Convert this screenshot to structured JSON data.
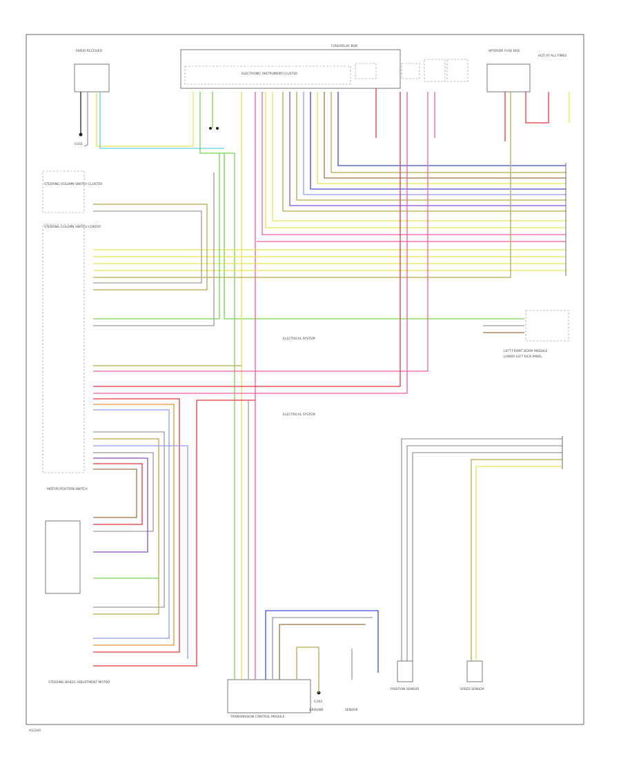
{
  "diagram": {
    "footer_code": "A12345",
    "labels": {
      "top_left_module": "RADIO RECEIVER",
      "top_center_module": "ELECTRONIC INSTRUMENT CLUSTER",
      "top_center_header": "FUSE/RELAY BOX",
      "top_right_module": "INTERIOR FUSE BOX",
      "top_right_small": "HOT AT ALL TIMES",
      "left_module_1": "STEERING COLUMN SWITCH CLUSTER",
      "left_module_2": "STEERING COLUMN SWITCH CENTER",
      "left_module_3": "MOTOR POSITION SWITCH",
      "left_bottom": "STEERING WHEEL ADJUSTMENT MOTOR",
      "center_label_1": "ELECTRICAL SYSTEM",
      "center_label_2": "ELECTRICAL SYSTEM",
      "right_module": "LEFT FRONT DOOR MODULE",
      "right_sub": "LOWER LEFT KICK PANEL",
      "bottom_center_module": "TRANSMISSION CONTROL MODULE",
      "bottom_center_2": "GROUND",
      "bottom_center_3": "SENSOR",
      "bottom_right_1": "POSITION SENSOR",
      "bottom_right_2": "SPEED SENSOR",
      "ground_1": "G101",
      "ground_2": "G102"
    }
  },
  "colors": {
    "blue": "#3b4bd8",
    "lightblue": "#8f9cf0",
    "green": "#6fd64a",
    "yellow": "#e8e34a",
    "olive": "#b7a84a",
    "brown": "#a07040",
    "red": "#e8323c",
    "pink": "#f05aa0",
    "orange": "#e8902a",
    "gray": "#9a9a9a",
    "black": "#222222",
    "cyan": "#5ad0e0",
    "violet": "#8a4ad8"
  }
}
